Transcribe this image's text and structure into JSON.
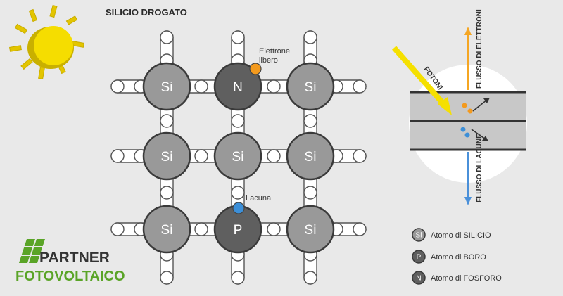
{
  "title": "SILICIO DROGATO",
  "lattice": {
    "rows": [
      [
        {
          "label": "Si",
          "kind": "si"
        },
        {
          "label": "N",
          "kind": "n"
        },
        {
          "label": "Si",
          "kind": "si"
        }
      ],
      [
        {
          "label": "Si",
          "kind": "si"
        },
        {
          "label": "Si",
          "kind": "si"
        },
        {
          "label": "Si",
          "kind": "si"
        }
      ],
      [
        {
          "label": "Si",
          "kind": "si"
        },
        {
          "label": "P",
          "kind": "p"
        },
        {
          "label": "Si",
          "kind": "si"
        }
      ]
    ]
  },
  "annotations": {
    "free_electron_line1": "Elettrone",
    "free_electron_line2": "libero",
    "hole": "Lacuna"
  },
  "panel": {
    "photons": "FOTONI",
    "electron_flow": "FLUSSO DI ELETTRONI",
    "hole_flow": "FLUSSO DI LACUNE"
  },
  "legend": [
    {
      "symbol": "Si",
      "text": "Atomo di SILICIO",
      "kind": "si"
    },
    {
      "symbol": "P",
      "text": "Atomo di BORO",
      "kind": "p"
    },
    {
      "symbol": "N",
      "text": "Atomo di FOSFORO",
      "kind": "n"
    }
  ],
  "logo": {
    "line1": "PARTNER",
    "line2": "FOTOVOLTAICO"
  },
  "colors": {
    "background": "#e9e9e9",
    "silicon": "#999999",
    "dopant": "#5f5f5f",
    "electron": "#f39a1e",
    "hole": "#3c8fd8",
    "electron_arrow": "#f5a623",
    "hole_arrow": "#4a90d9",
    "logo_green": "#5aa427",
    "sun": "#f5dd00"
  }
}
